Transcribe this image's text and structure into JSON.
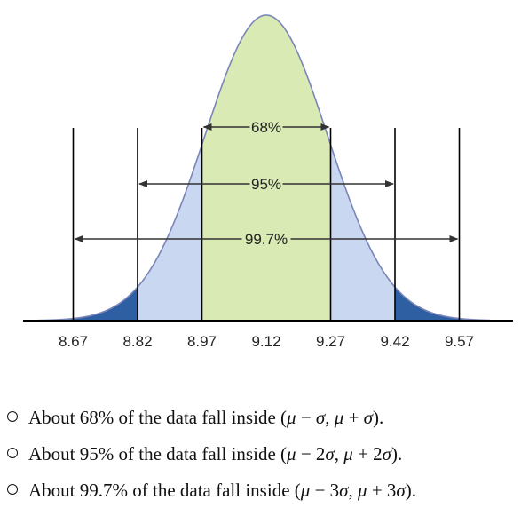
{
  "figure": {
    "tick_labels": [
      "8.67",
      "8.82",
      "8.97",
      "9.12",
      "9.27",
      "9.42",
      "9.57"
    ],
    "mean": 9.12,
    "sd": 0.15,
    "intervals": [
      {
        "label": "68%",
        "k": 1
      },
      {
        "label": "95%",
        "k": 2
      },
      {
        "label": "99.7%",
        "k": 3
      }
    ],
    "colors": {
      "center_band": "#d9eab4",
      "middle_band": "#c9d7f1",
      "tail_band": "#2e5fa3",
      "curve_line": "#7a86b8",
      "axis": "#000000"
    }
  },
  "bullets": [
    {
      "prefix": "About 68% of the data fall inside ",
      "math": [
        "(",
        "μ",
        " − ",
        "σ",
        ", ",
        "μ",
        " + ",
        "σ",
        ")."
      ]
    },
    {
      "prefix": "About 95% of the data fall inside ",
      "math": [
        "(",
        "μ",
        " − 2",
        "σ",
        ", ",
        "μ",
        " + 2",
        "σ",
        ")."
      ]
    },
    {
      "prefix": "About 99.7% of the data fall inside ",
      "math": [
        "(",
        "μ",
        " − 3",
        "σ",
        ", ",
        "μ",
        " + 3",
        "σ",
        ")."
      ]
    }
  ]
}
